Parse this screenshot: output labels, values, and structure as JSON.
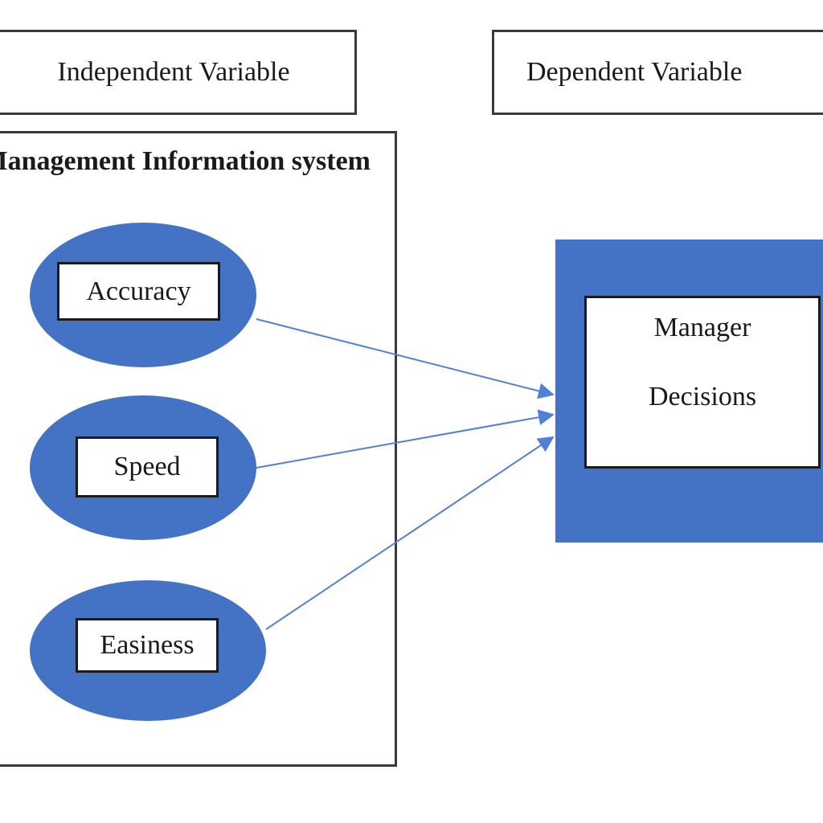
{
  "headers": {
    "independent": "Independent Variable",
    "dependent": "Dependent Variable"
  },
  "panel": {
    "title": "Management Information system"
  },
  "factors": [
    {
      "label": "Accuracy"
    },
    {
      "label": "Speed"
    },
    {
      "label": "Easiness"
    }
  ],
  "outcome": {
    "line1": "Manager",
    "line2": "Decisions"
  },
  "colors": {
    "fill": "#4472c4",
    "arrow": "#4f81d8",
    "border": "#3a3a3a"
  }
}
